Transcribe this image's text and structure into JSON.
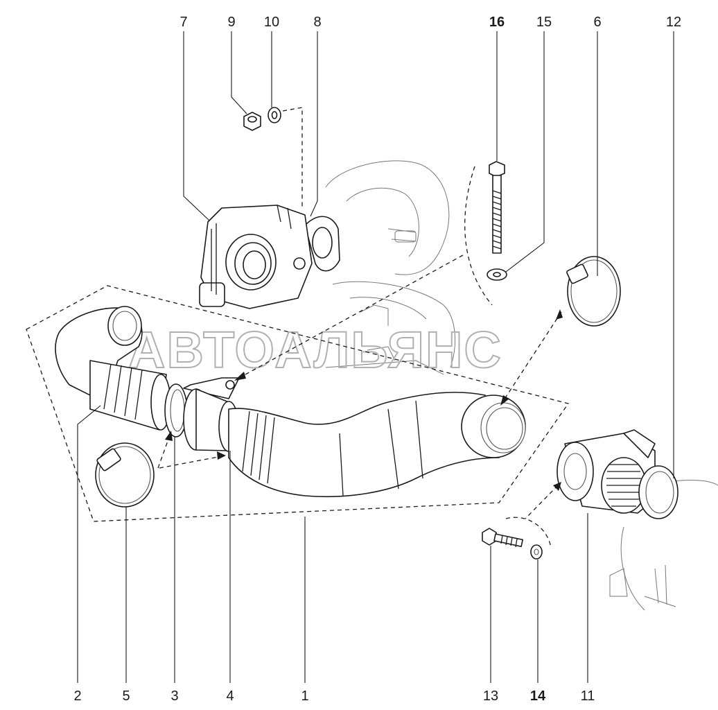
{
  "watermark": "АВТОАЛЬЯНС",
  "callouts": [
    {
      "id": "c7",
      "text": "7",
      "bold": false
    },
    {
      "id": "c9",
      "text": "9",
      "bold": false
    },
    {
      "id": "c10",
      "text": "10",
      "bold": false
    },
    {
      "id": "c8",
      "text": "8",
      "bold": false
    },
    {
      "id": "c16",
      "text": "16",
      "bold": true
    },
    {
      "id": "c15",
      "text": "15",
      "bold": false
    },
    {
      "id": "c6",
      "text": "6",
      "bold": false
    },
    {
      "id": "c12",
      "text": "12",
      "bold": false
    },
    {
      "id": "c2",
      "text": "2",
      "bold": false
    },
    {
      "id": "c5",
      "text": "5",
      "bold": false
    },
    {
      "id": "c3",
      "text": "3",
      "bold": false
    },
    {
      "id": "c4",
      "text": "4",
      "bold": false
    },
    {
      "id": "c1",
      "text": "1",
      "bold": false
    },
    {
      "id": "c13",
      "text": "13",
      "bold": false
    },
    {
      "id": "c14",
      "text": "14",
      "bold": true
    },
    {
      "id": "c11",
      "text": "11",
      "bold": false
    }
  ]
}
